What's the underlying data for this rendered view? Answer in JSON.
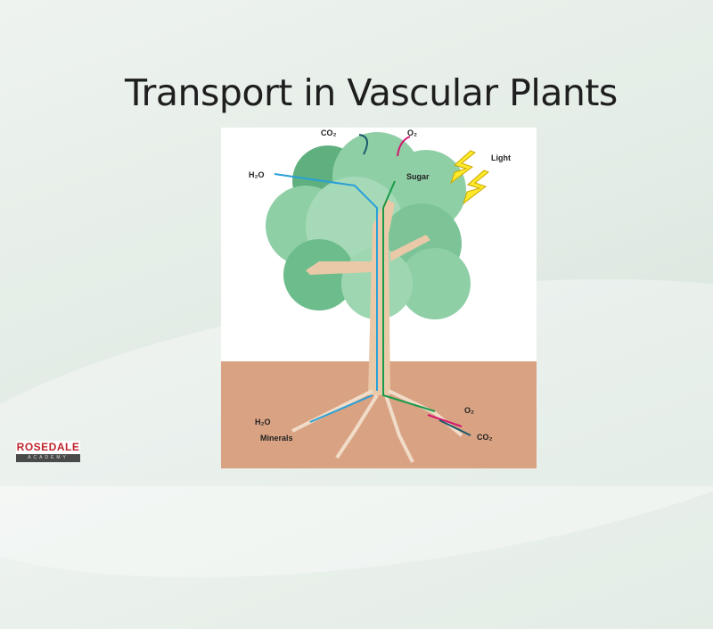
{
  "slide": {
    "title": "Transport in Vascular Plants"
  },
  "diagram": {
    "labels": {
      "co2_top": "CO₂",
      "o2_top": "O₂",
      "light": "Light",
      "h2o_top": "H₂O",
      "sugar": "Sugar",
      "h2o_bottom": "H₂O",
      "minerals": "Minerals",
      "o2_bottom": "O₂",
      "co2_bottom": "CO₂"
    }
  },
  "logo": {
    "name": "ROSEDALE",
    "sub": "ACADEMY"
  }
}
